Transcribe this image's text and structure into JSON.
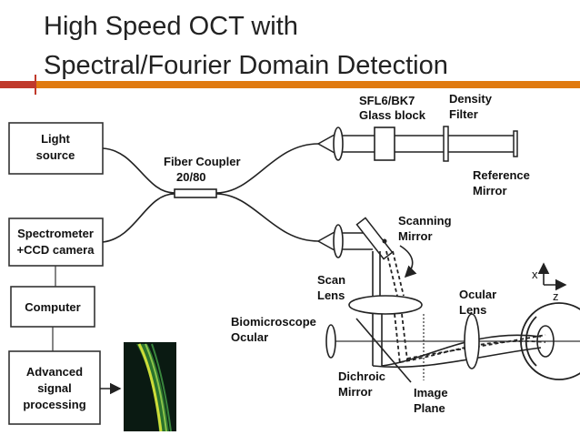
{
  "slide": {
    "title_line1": "High Speed OCT with",
    "title_line2": "Spectral/Fourier Domain Detection",
    "colors": {
      "accent_orange": "#e07a10",
      "accent_red": "#c0392b",
      "ink": "#222222"
    }
  },
  "diagram": {
    "boxes": {
      "light_source": [
        "Light",
        "source"
      ],
      "spectrometer": [
        "Spectrometer",
        "+CCD camera"
      ],
      "computer": [
        "Computer"
      ],
      "processing": [
        "Advanced",
        "signal",
        "processing"
      ]
    },
    "labels": {
      "fiber_coupler": [
        "Fiber Coupler",
        "20/80"
      ],
      "glass_block": [
        "SFL6/BK7",
        "Glass block"
      ],
      "density_filter": [
        "Density",
        "Filter"
      ],
      "reference_mirror": [
        "Reference",
        "Mirror"
      ],
      "scanning_mirror": [
        "Scanning",
        "Mirror"
      ],
      "scan_lens": [
        "Scan",
        "Lens"
      ],
      "ocular_lens": [
        "Ocular",
        "Lens"
      ],
      "biomicroscope": [
        "Biomicroscope",
        "Ocular"
      ],
      "dichroic_mirror": [
        "Dichroic",
        "Mirror"
      ],
      "image_plane": [
        "Image",
        "Plane"
      ],
      "axis_x": "x",
      "axis_z": "z"
    }
  }
}
